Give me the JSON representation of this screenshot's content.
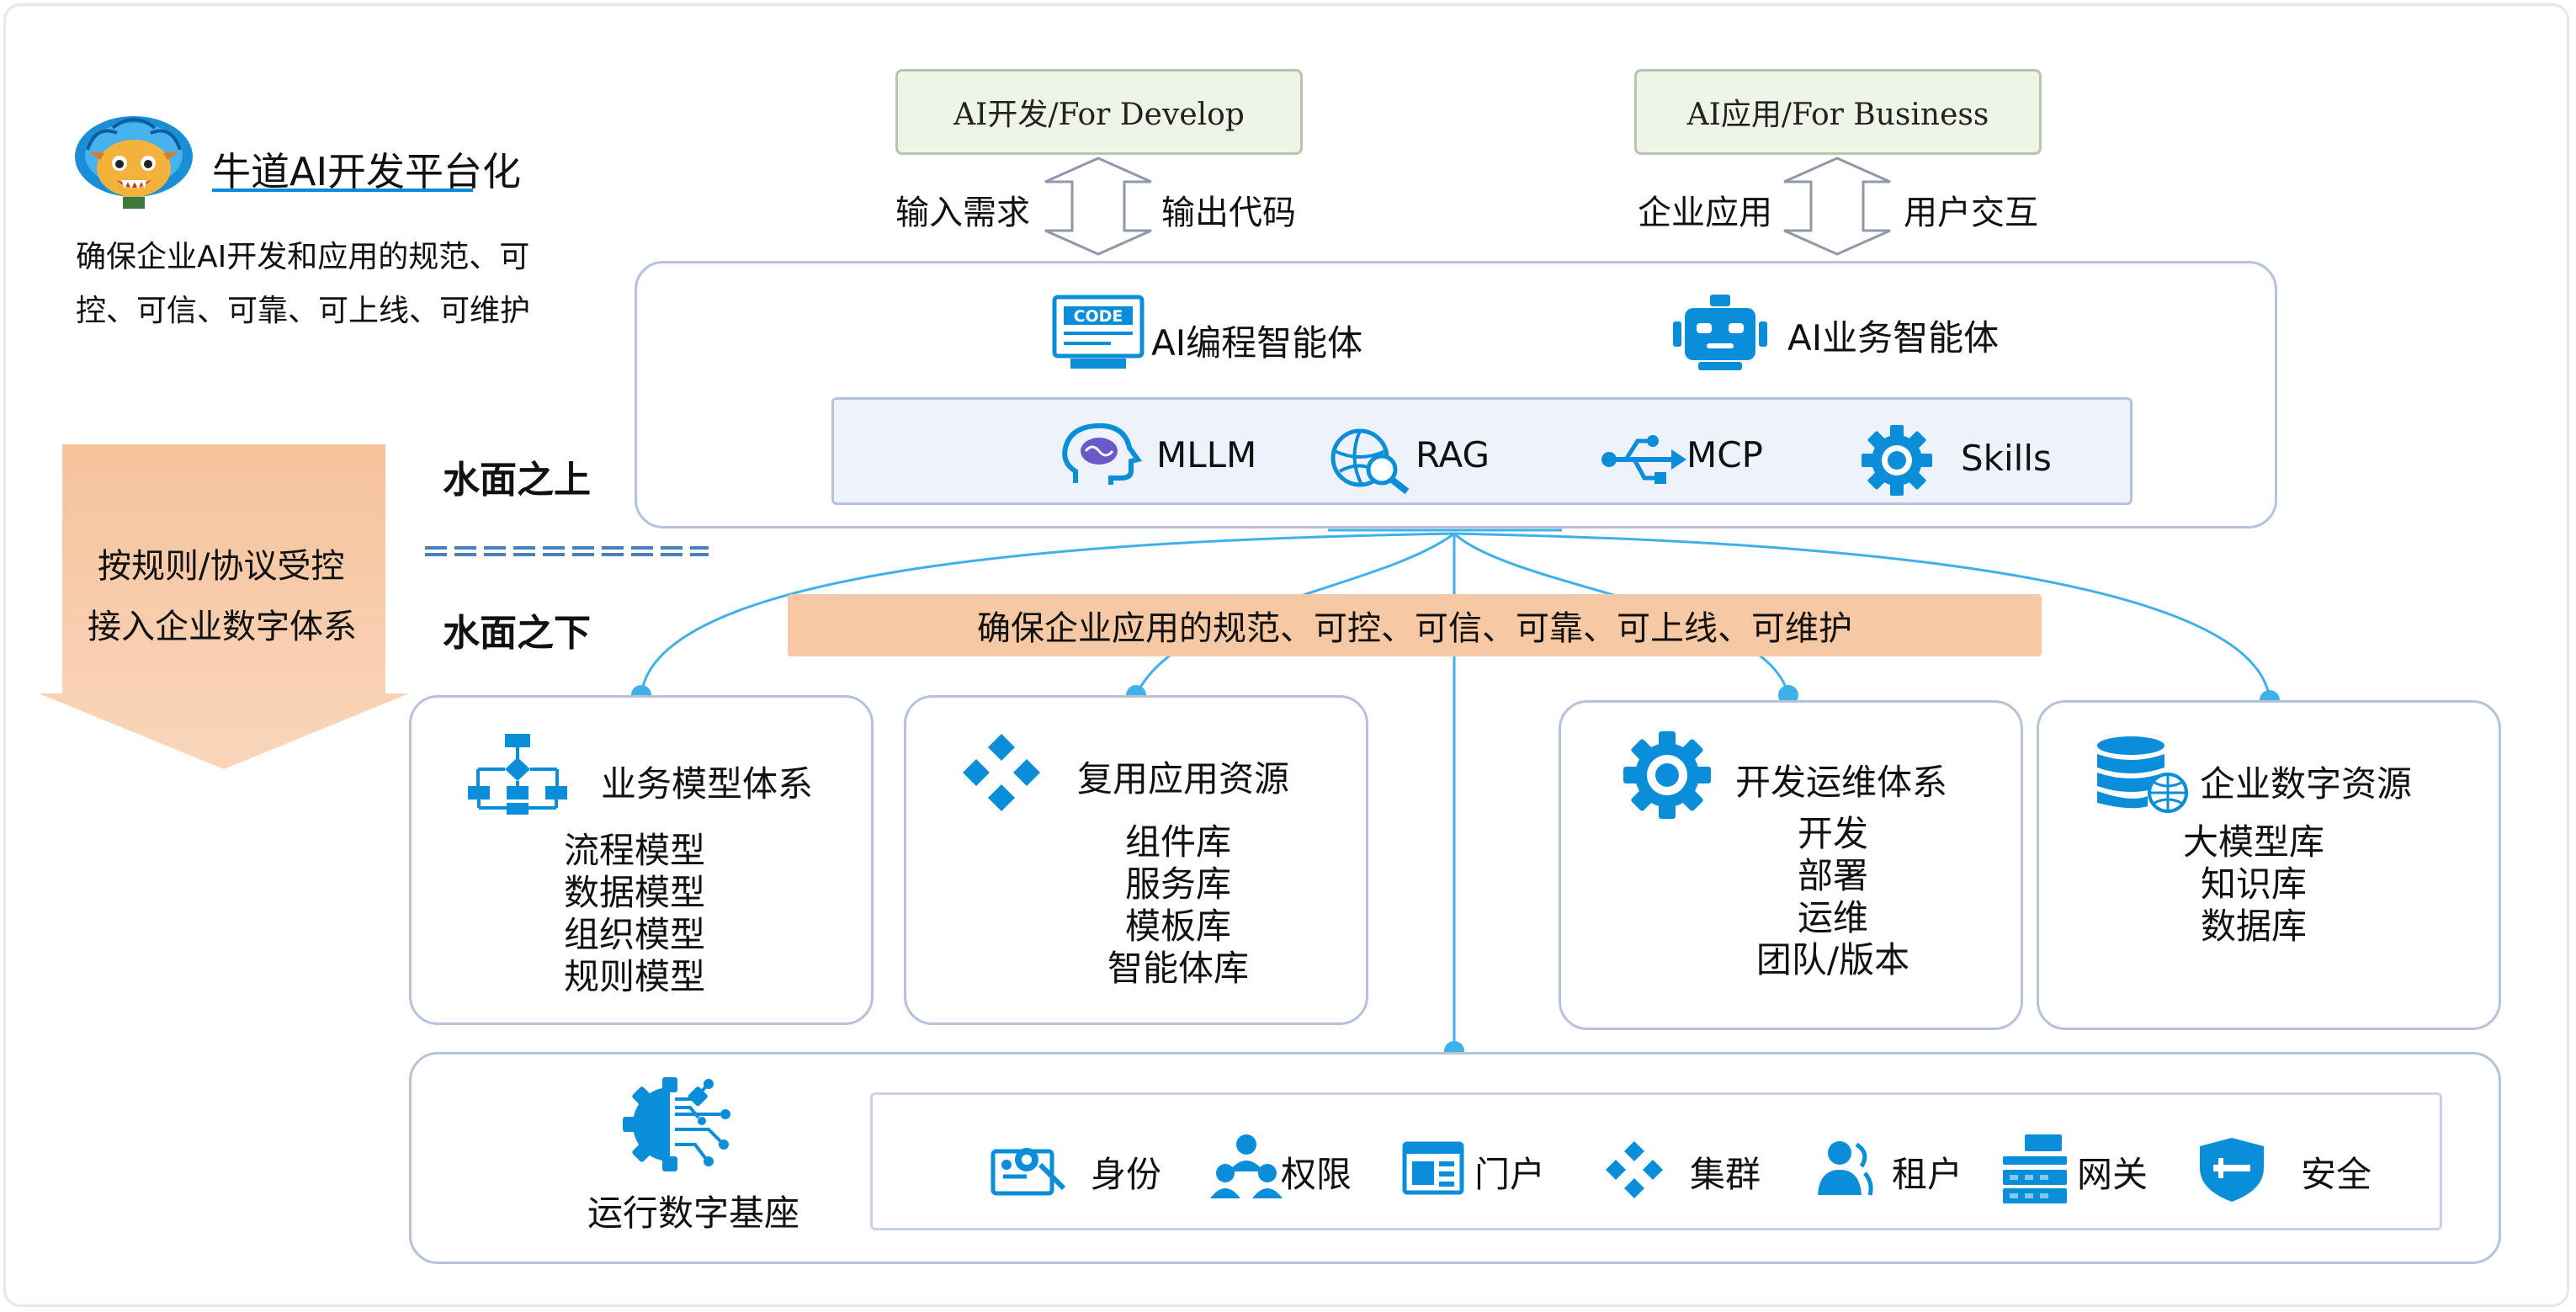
{
  "platform": {
    "title": "牛道AI开发平台化",
    "desc_line1": "确保企业AI开发和应用的规范、可",
    "desc_line2": "控、可信、可靠、可上线、可维护"
  },
  "arrow_panel": {
    "line1": "按规则/协议受控",
    "line2": "接入企业数字体系"
  },
  "labels": {
    "above": "水面之上",
    "below": "水面之下",
    "banner": "确保企业应用的规范、可控、可信、可靠、可上线、可维护"
  },
  "top": {
    "develop": {
      "title": "AI开发/For Develop",
      "left": "输入需求",
      "right": "输出代码"
    },
    "business": {
      "title": "AI应用/For Business",
      "left": "企业应用",
      "right": "用户交互"
    }
  },
  "agents": {
    "coding": "AI编程智能体",
    "coding_icon_text": "CODE",
    "business": "AI业务智能体"
  },
  "capabilities": [
    "MLLM",
    "RAG",
    "MCP",
    "Skills"
  ],
  "modules": [
    {
      "title": "业务模型体系",
      "items": [
        "流程模型",
        "数据模型",
        "组织模型",
        "规则模型"
      ]
    },
    {
      "title": "复用应用资源",
      "items": [
        "组件库",
        "服务库",
        "模板库",
        "智能体库"
      ]
    },
    {
      "title": "开发运维体系",
      "items": [
        "开发",
        "部署",
        "运维",
        "团队/版本"
      ]
    },
    {
      "title": "企业数字资源",
      "items": [
        "大模型库",
        "知识库",
        "数据库"
      ]
    }
  ],
  "foundation": {
    "title": "运行数字基座",
    "items": [
      "身份",
      "权限",
      "门户",
      "集群",
      "租户",
      "网关",
      "安全"
    ]
  },
  "colors": {
    "accent_blue": "#0a8ed9",
    "connector": "#3fb0e8",
    "box_border": "#b5c2da",
    "orange": "#f6c8a4",
    "green_box": "#eef4e6"
  }
}
